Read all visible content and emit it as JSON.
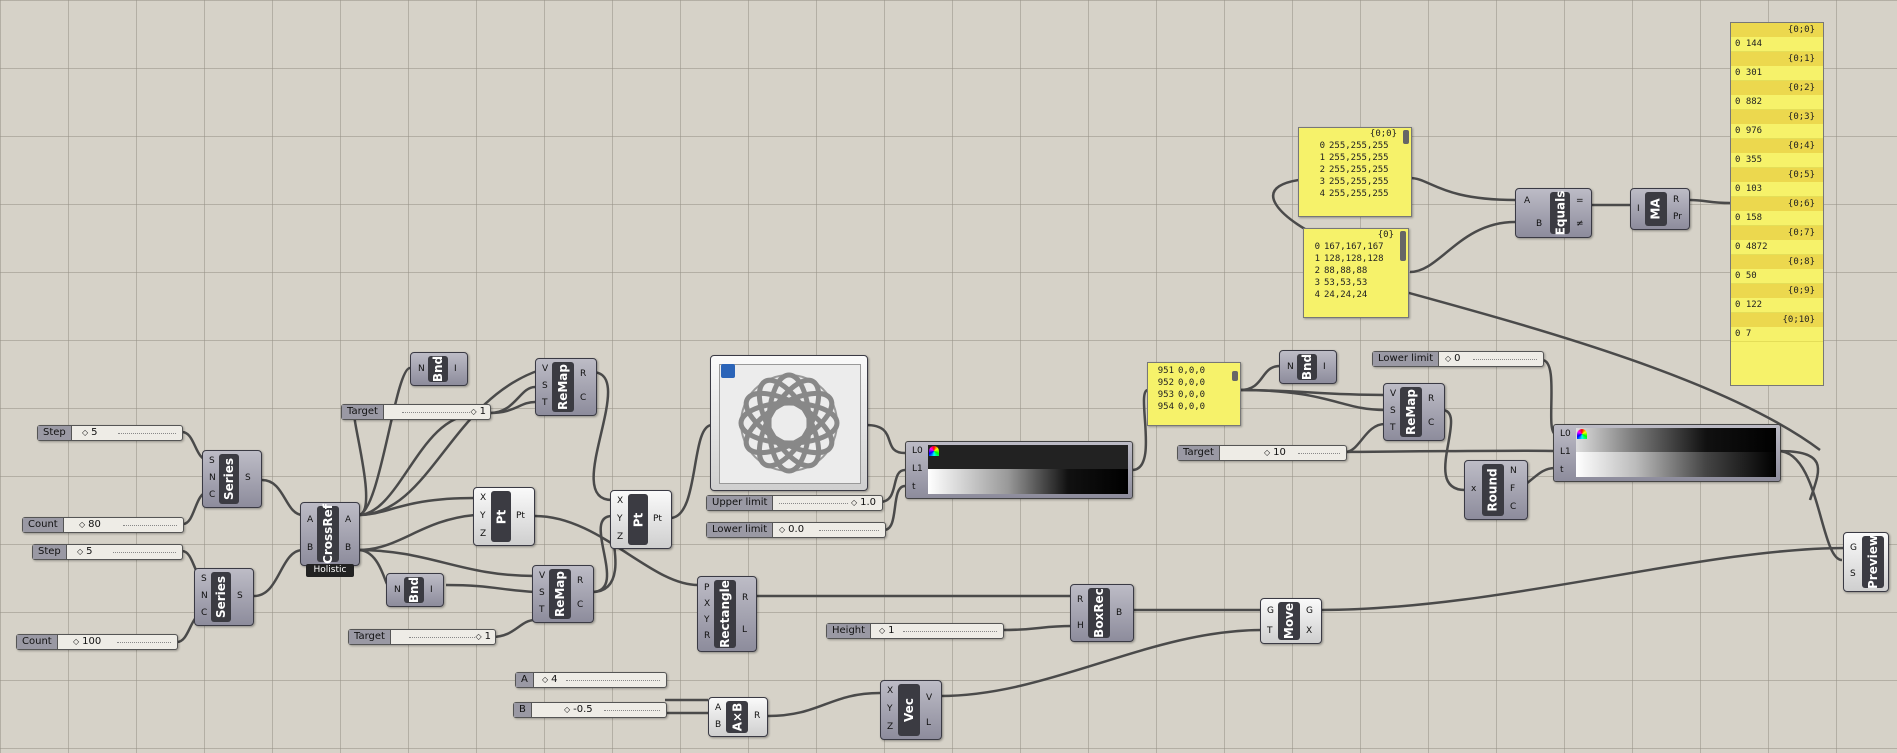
{
  "sliders": {
    "step1": {
      "label": "Step",
      "value": "5"
    },
    "count1": {
      "label": "Count",
      "value": "80"
    },
    "step2": {
      "label": "Step",
      "value": "5"
    },
    "count2": {
      "label": "Count",
      "value": "100"
    },
    "target1": {
      "label": "Target",
      "value": "1"
    },
    "target2": {
      "label": "Target",
      "value": "1"
    },
    "upper": {
      "label": "Upper limit",
      "value": "1.0"
    },
    "lower": {
      "label": "Lower limit",
      "value": "0.0"
    },
    "height": {
      "label": "Height",
      "value": "1"
    },
    "a": {
      "label": "A",
      "value": "4"
    },
    "b": {
      "label": "B",
      "value": "-0.5"
    },
    "lower2": {
      "label": "Lower limit",
      "value": "0"
    },
    "target3": {
      "label": "Target",
      "value": "10"
    }
  },
  "components": {
    "series1": {
      "name": "Series",
      "in": [
        "S",
        "N",
        "C"
      ],
      "out": [
        "S"
      ]
    },
    "series2": {
      "name": "Series",
      "in": [
        "S",
        "N",
        "C"
      ],
      "out": [
        "S"
      ]
    },
    "crossref": {
      "name": "CrossRef",
      "in": [
        "A",
        "B"
      ],
      "out": [
        "A",
        "B"
      ],
      "caption": "Holistic"
    },
    "bnd1": {
      "name": "Bnd",
      "in": [
        "N"
      ],
      "out": [
        "I"
      ]
    },
    "bnd2": {
      "name": "Bnd",
      "in": [
        "N"
      ],
      "out": [
        "I"
      ]
    },
    "bnd3": {
      "name": "Bnd",
      "in": [
        "N"
      ],
      "out": [
        "I"
      ]
    },
    "remap1": {
      "name": "ReMap",
      "in": [
        "V",
        "S",
        "T"
      ],
      "out": [
        "R",
        "C"
      ]
    },
    "remap2": {
      "name": "ReMap",
      "in": [
        "V",
        "S",
        "T"
      ],
      "out": [
        "R",
        "C"
      ]
    },
    "remap3": {
      "name": "ReMap",
      "in": [
        "V",
        "S",
        "T"
      ],
      "out": [
        "R",
        "C"
      ]
    },
    "pt1": {
      "name": "Pt",
      "in": [
        "X",
        "Y",
        "Z"
      ],
      "out": [
        "Pt"
      ]
    },
    "pt2": {
      "name": "Pt",
      "in": [
        "X",
        "Y",
        "Z"
      ],
      "out": [
        "Pt"
      ]
    },
    "rectangle": {
      "name": "Rectangle",
      "in": [
        "P",
        "X",
        "Y",
        "R"
      ],
      "out": [
        "R",
        "L"
      ]
    },
    "boxrec": {
      "name": "BoxRec",
      "in": [
        "R",
        "H"
      ],
      "out": [
        "B"
      ]
    },
    "move": {
      "name": "Move",
      "in": [
        "G",
        "T"
      ],
      "out": [
        "G",
        "X"
      ]
    },
    "axb": {
      "name": "A×B",
      "in": [
        "A",
        "B"
      ],
      "out": [
        "R"
      ]
    },
    "vec": {
      "name": "Vec",
      "in": [
        "X",
        "Y",
        "Z"
      ],
      "out": [
        "V",
        "L"
      ]
    },
    "round": {
      "name": "Round",
      "in": [
        "x"
      ],
      "out": [
        "N",
        "F",
        "C"
      ]
    },
    "equals": {
      "name": "Equals",
      "in": [
        "A",
        "B"
      ],
      "out": [
        "=",
        "≠"
      ]
    },
    "ma": {
      "name": "MA",
      "in": [
        "I"
      ],
      "out": [
        "R",
        "Pr"
      ]
    },
    "preview": {
      "name": "Preview",
      "in": [
        "G",
        "S"
      ],
      "out": []
    }
  },
  "gradients": {
    "g1": {
      "ports": [
        "L0",
        "L1",
        "t"
      ]
    },
    "g2": {
      "ports": [
        "L0",
        "L1",
        "t"
      ]
    }
  },
  "panels": {
    "p1": {
      "header": "{0;0}",
      "rows": [
        {
          "i": "0",
          "v": "255,255,255"
        },
        {
          "i": "1",
          "v": "255,255,255"
        },
        {
          "i": "2",
          "v": "255,255,255"
        },
        {
          "i": "3",
          "v": "255,255,255"
        },
        {
          "i": "4",
          "v": "255,255,255"
        }
      ]
    },
    "p2": {
      "header": "{0}",
      "rows": [
        {
          "i": "0",
          "v": "167,167,167"
        },
        {
          "i": "1",
          "v": "128,128,128"
        },
        {
          "i": "2",
          "v": "88,88,88"
        },
        {
          "i": "3",
          "v": "53,53,53"
        },
        {
          "i": "4",
          "v": "24,24,24"
        }
      ]
    },
    "p3": {
      "header": "",
      "rows": [
        {
          "i": "951",
          "v": "0,0,0"
        },
        {
          "i": "952",
          "v": "0,0,0"
        },
        {
          "i": "953",
          "v": "0,0,0"
        },
        {
          "i": "954",
          "v": "0,0,0"
        }
      ]
    },
    "p4": {
      "groups": [
        {
          "h": "{0;0}",
          "v": "0  144"
        },
        {
          "h": "{0;1}",
          "v": "0  301"
        },
        {
          "h": "{0;2}",
          "v": "0  882"
        },
        {
          "h": "{0;3}",
          "v": "0  976"
        },
        {
          "h": "{0;4}",
          "v": "0  355"
        },
        {
          "h": "{0;5}",
          "v": "0  103"
        },
        {
          "h": "{0;6}",
          "v": "0  158"
        },
        {
          "h": "{0;7}",
          "v": "0  4872"
        },
        {
          "h": "{0;8}",
          "v": "0  50"
        },
        {
          "h": "{0;9}",
          "v": "0  122"
        },
        {
          "h": "{0;10}",
          "v": "0  7"
        }
      ]
    }
  },
  "colors": {
    "canvas": "#d6d2c8",
    "wire": "#4a4a4a",
    "panel": "#f6f26a"
  }
}
